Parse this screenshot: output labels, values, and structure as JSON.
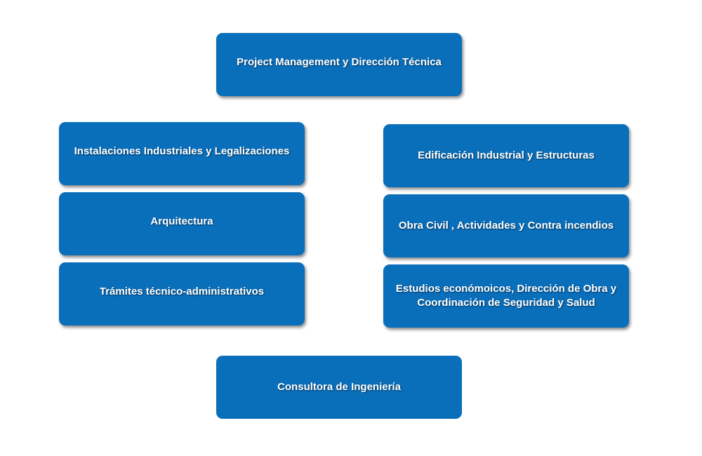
{
  "diagram": {
    "top": "Project Management y Dirección Técnica",
    "left": [
      "Instalaciones Industriales y Legalizaciones",
      "Arquitectura",
      "Trámites técnico-administrativos"
    ],
    "right": [
      "Edificación Industrial y Estructuras",
      "Obra Civil , Actividades y Contra incendios",
      "Estudios económoicos, Dirección de Obra y Coordinación de Seguridad y Salud"
    ],
    "bottom": "Consultora de Ingeniería"
  },
  "colors": {
    "box_fill": "#0a6fbb",
    "text": "#ffffff"
  }
}
